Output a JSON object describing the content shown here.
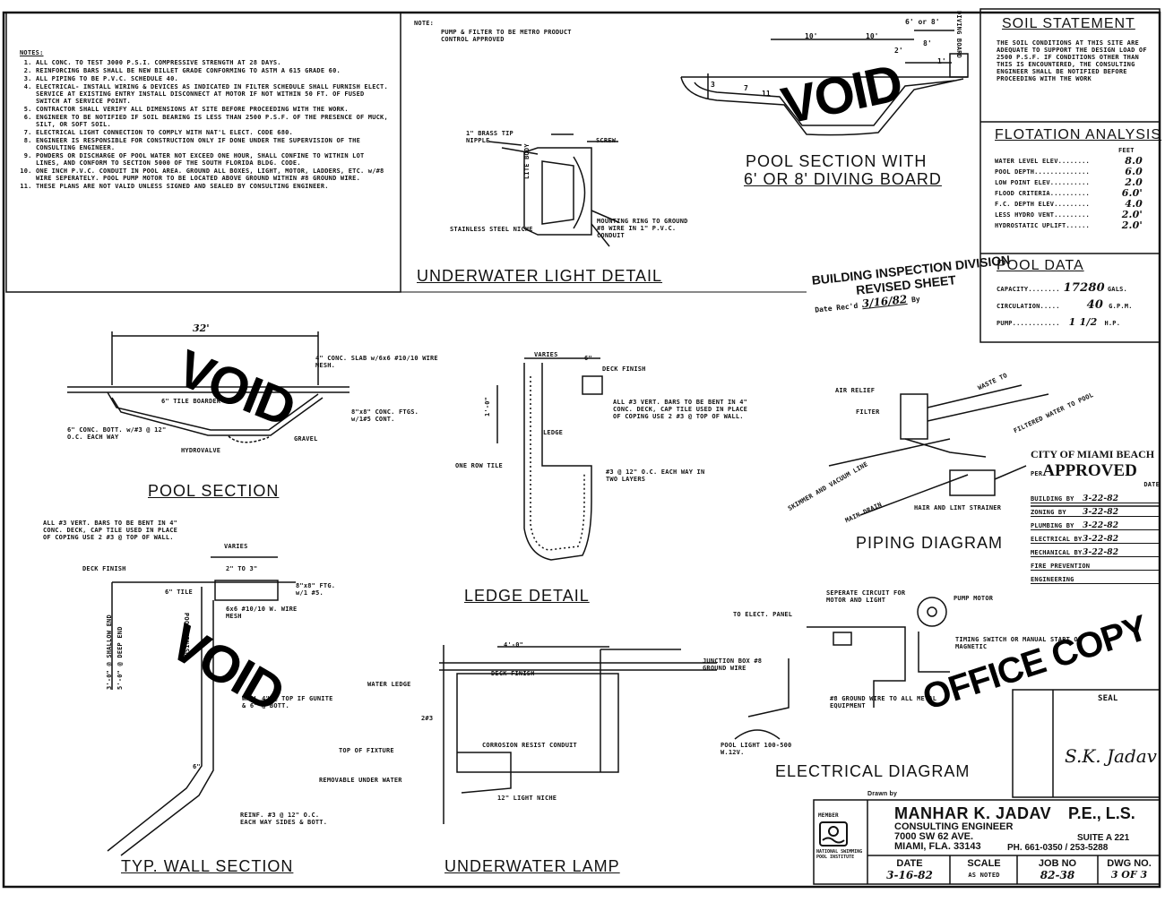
{
  "notes": {
    "heading": "NOTES:",
    "items": [
      "ALL CONC. TO TEST 3000 P.S.I. COMPRESSIVE STRENGTH AT 28 DAYS.",
      "REINFORCING BARS SHALL BE NEW BILLET GRADE CONFORMING TO ASTM A 615 GRADE 60.",
      "ALL PIPING TO BE P.V.C. SCHEDULE 40.",
      "ELECTRICAL- INSTALL WIRING & DEVICES AS INDICATED IN FILTER SCHEDULE SHALL FURNISH ELECT. SERVICE AT EXISTING ENTRY INSTALL DISCONNECT AT MOTOR IF NOT WITHIN 50 FT. OF FUSED SWITCH AT SERVICE POINT.",
      "CONTRACTOR SHALL VERIFY ALL DIMENSIONS AT SITE BEFORE PROCEEDING WITH THE WORK.",
      "ENGINEER TO BE NOTIFIED IF SOIL BEARING IS LESS THAN 2500 P.S.F. OF THE PRESENCE OF MUCK, SILT, OR SOFT SOIL.",
      "ELECTRICAL LIGHT CONNECTION TO COMPLY WITH NAT'L ELECT. CODE 680.",
      "ENGINEER IS RESPONSIBLE FOR CONSTRUCTION ONLY IF DONE UNDER THE SUPERVISION OF THE CONSULTING ENGINEER.",
      "POWDERS OR DISCHARGE OF POOL WATER NOT EXCEED ONE HOUR, SHALL CONFINE TO WITHIN LOT LINES, AND CONFORM TO SECTION 5000 OF THE SOUTH FLORIDA BLDG. CODE.",
      "ONE INCH P.V.C. CONDUIT IN POOL AREA. GROUND ALL BOXES, LIGHT, MOTOR, LADDERS, ETC. w/#8 WIRE SEPERATELY. POOL PUMP MOTOR TO BE LOCATED ABOVE GROUND WITHIN #8 GROUND WIRE.",
      "THESE PLANS ARE NOT VALID UNLESS SIGNED AND SEALED BY CONSULTING ENGINEER."
    ]
  },
  "light_detail": {
    "note_heading": "NOTE:",
    "note_text": "PUMP & FILTER TO BE METRO PRODUCT CONTROL APPROVED",
    "labels": [
      "1\" BRASS TIP NIPPLE",
      "SCREW",
      "LITE BODY",
      "STAINLESS STEEL NICHE",
      "MOUNTING RING TO GROUND #8 WIRE IN 1\" P.V.C. CONDUIT"
    ],
    "title": "UNDERWATER LIGHT DETAIL"
  },
  "diving_section": {
    "dims": [
      "10'",
      "10'",
      "6' or 8'",
      "8'",
      "2'",
      "1'",
      "3",
      "7",
      "11"
    ],
    "side_label": "DIVING BOARD",
    "title_line1": "POOL SECTION WITH",
    "title_line2": "6' OR 8' DIVING BOARD"
  },
  "soil": {
    "title": "SOIL STATEMENT",
    "text": "THE SOIL CONDITIONS AT THIS SITE ARE ADEQUATE TO SUPPORT THE DESIGN LOAD OF 2500 P.S.F. IF CONDITIONS OTHER THAN THIS IS ENCOUNTERED, THE CONSULTING ENGINEER SHALL BE NOTIFIED BEFORE PROCEEDING WITH THE WORK"
  },
  "flotation": {
    "title": "FLOTATION ANALYSIS",
    "unit": "FEET",
    "rows": [
      {
        "label": "WATER LEVEL ELEV........",
        "value": "8.0"
      },
      {
        "label": "POOL DEPTH..............",
        "value": "6.0"
      },
      {
        "label": "LOW POINT ELEV..........",
        "value": "2.0"
      },
      {
        "label": "FLOOD CRITERIA..........",
        "value": "6.0'"
      },
      {
        "label": "F.C. DEPTH ELEV.........",
        "value": "4.0"
      },
      {
        "label": "LESS HYDRO VENT.........",
        "value": "2.0'"
      },
      {
        "label": "HYDROSTATIC UPLIFT......",
        "value": "2.0'"
      }
    ]
  },
  "pool_data": {
    "title": "POOL DATA",
    "rows": [
      {
        "label": "CAPACITY........",
        "value": "17280",
        "unit": "GALS."
      },
      {
        "label": "CIRCULATION.....",
        "value": "40",
        "unit": "G.P.M."
      },
      {
        "label": "PUMP............",
        "value": "1 1/2",
        "unit": "H.P."
      }
    ]
  },
  "inspection_stamp": {
    "line1": "BUILDING INSPECTION DIVISION",
    "line2": "REVISED SHEET",
    "date_label": "Date Rec'd",
    "date_value": "3/16/82",
    "by_label": "By"
  },
  "pool_section": {
    "dim": "32'",
    "labels": [
      "4\" CONC. SLAB w/6x6 #10/10 WIRE MESH.",
      "6\" TILE BOARDER",
      "6\" CONC. BOTT. w/#3 @ 12\" O.C. EACH WAY",
      "HYDROVALVE",
      "GRAVEL",
      "8\"x8\" CONC. FTGS. w/1#5 CONT."
    ],
    "title": "POOL SECTION"
  },
  "ledge": {
    "labels": [
      "VARIES",
      "6\"",
      "DECK FINISH",
      "ALL #3 VERT. BARS TO BE BENT IN 4\" CONC. DECK, CAP TILE USED IN PLACE OF COPING USE 2 #3 @ TOP OF WALL.",
      "LEDGE",
      "1'-0\"",
      "ONE ROW TILE",
      "#3 @ 12\" O.C. EACH WAY IN TWO LAYERS"
    ],
    "title": "LEDGE DETAIL"
  },
  "piping": {
    "labels": [
      "AIR RELIEF",
      "FILTER",
      "WASTE TO",
      "FILTERED WATER TO POOL",
      "SKIMMER AND VACUUM LINE",
      "MAIN DRAIN",
      "HAIR AND LINT STRAINER"
    ],
    "title": "PIPING DIAGRAM"
  },
  "approval": {
    "city": "CITY OF MIAMI BEACH",
    "per": "PER",
    "approved": "APPROVED",
    "date_label": "DATE",
    "rows": [
      {
        "label": "BUILDING BY",
        "value": "3-22-82"
      },
      {
        "label": "ZONING BY",
        "value": "3-22-82"
      },
      {
        "label": "PLUMBING BY",
        "value": "3-22-82"
      },
      {
        "label": "ELECTRICAL BY",
        "value": "3-22-82"
      },
      {
        "label": "MECHANICAL BY",
        "value": "3-22-82"
      },
      {
        "label": "FIRE PREVENTION",
        "value": ""
      },
      {
        "label": "ENGINEERING",
        "value": ""
      }
    ]
  },
  "wall_section": {
    "labels": [
      "ALL #3 VERT. BARS TO BE BENT IN 4\" CONC. DECK, CAP TILE USED IN PLACE OF COPING USE 2 #3 @ TOP OF WALL.",
      "VARIES",
      "2\" TO 3\"",
      "DECK FINISH",
      "6\" TILE",
      "8\"x8\" FTG. w/1 #5.",
      "6x6 #10/10 W. WIRE MESH",
      "POOL FINISH",
      "3'-0\" @ SHALLOW END",
      "5'-0\" @ DEEP END",
      "WALL 4\" @ TOP IF GUNITE & 6\" @ BOTT.",
      "REINF. #3 @ 12\" O.C. EACH WAY SIDES & BOTT.",
      "6\""
    ],
    "title": "TYP. WALL SECTION"
  },
  "lamp": {
    "labels": [
      "4'-0\"",
      "DECK FINISH",
      "WATER LEDGE",
      "2#3",
      "CORROSION RESIST CONDUIT",
      "TOP OF FIXTURE",
      "REMOVABLE UNDER WATER",
      "12\" LIGHT NICHE"
    ],
    "title": "UNDERWATER LAMP"
  },
  "electrical": {
    "labels": [
      "SEPERATE CIRCUIT FOR MOTOR AND LIGHT",
      "PUMP MOTOR",
      "TO ELECT. PANEL",
      "TIMING SWITCH OR MANUAL START OR MAGNETIC",
      "JUNCTION BOX #8 GROUND WIRE",
      "#8 GROUND WIRE TO ALL METAL EQUIPMENT",
      "POOL LIGHT 100-500 W.12V."
    ],
    "title": "ELECTRICAL DIAGRAM"
  },
  "stamps": {
    "void": "VOID",
    "office_copy": "OFFICE COPY"
  },
  "seal": {
    "label": "SEAL",
    "signature": "S.K. Jadav"
  },
  "title_block": {
    "drawn_by": "Drawn by",
    "member": "MEMBER",
    "member_org": "NATIONAL SWIMMING POOL INSTITUTE",
    "name": "MANHAR K. JADAV",
    "cred": "P.E., L.S.",
    "role": "CONSULTING ENGINEER",
    "address": "7000 SW 62 AVE.",
    "suite": "SUITE A 221",
    "city": "MIAMI, FLA. 33143",
    "phone": "PH. 661-0350 / 253-5288",
    "date_label": "DATE",
    "date_value": "3-16-82",
    "scale_label": "SCALE",
    "scale_value": "AS NOTED",
    "job_label": "JOB NO",
    "job_value": "82-38",
    "dwg_label": "DWG NO.",
    "dwg_value": "3 OF 3"
  }
}
